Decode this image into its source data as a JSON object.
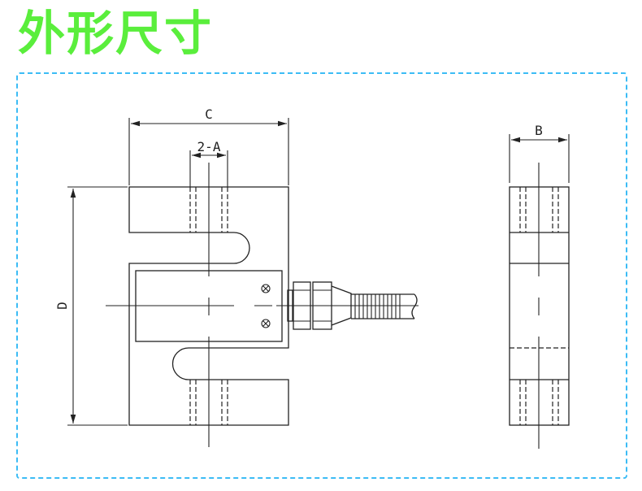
{
  "title": "外形尺寸",
  "colors": {
    "title": "#5aee3c",
    "frame": "#3cbcf5",
    "lines": "#222222"
  },
  "front_view": {
    "dim_width": "C",
    "dim_holes": "2-A",
    "dim_height": "D"
  },
  "side_view": {
    "dim_thickness": "B"
  }
}
